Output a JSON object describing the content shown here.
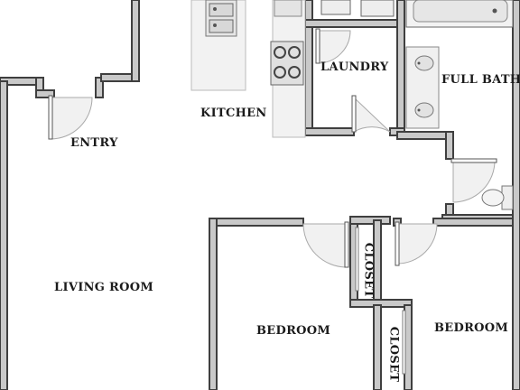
{
  "rooms": {
    "entry": "ENTRY",
    "kitchen": "KITCHEN",
    "laundry": "LAUNDRY",
    "full_bath": "FULL BATH",
    "living_room": "LIVING ROOM",
    "bedroom_1": "BEDROOM",
    "bedroom_2": "BEDROOM",
    "closet_1": "CLOSET",
    "closet_2": "CLOSET"
  },
  "colors": {
    "wall_fill": "#c9c9c9",
    "wall_outline": "#3f3f3f",
    "floor": "#ffffff",
    "fixture": "#eeeeee"
  },
  "icons": [
    "door-swing-icon",
    "sink-icon",
    "stove-icon",
    "bathtub-icon",
    "toilet-icon",
    "washer-dryer-icon"
  ]
}
